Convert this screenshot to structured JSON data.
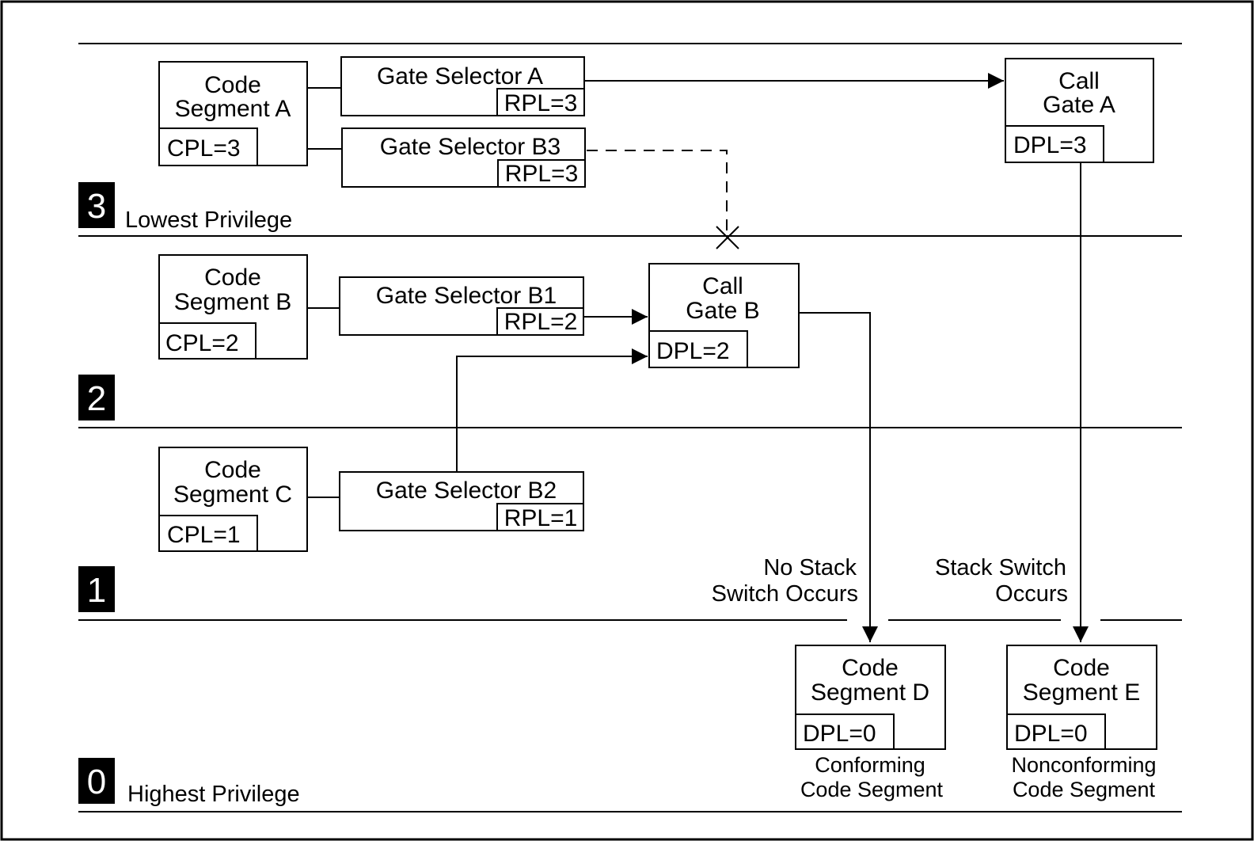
{
  "rings": [
    {
      "number": "3",
      "caption": "Lowest Privilege"
    },
    {
      "number": "2",
      "caption": ""
    },
    {
      "number": "1",
      "caption": ""
    },
    {
      "number": "0",
      "caption": "Highest Privilege"
    }
  ],
  "code_segment_a": {
    "title_line1": "Code",
    "title_line2": "Segment A",
    "level": "CPL=3"
  },
  "code_segment_b": {
    "title_line1": "Code",
    "title_line2": "Segment B",
    "level": "CPL=2"
  },
  "code_segment_c": {
    "title_line1": "Code",
    "title_line2": "Segment C",
    "level": "CPL=1"
  },
  "code_segment_d": {
    "title_line1": "Code",
    "title_line2": "Segment D",
    "level": "DPL=0",
    "caption_line1": "Conforming",
    "caption_line2": "Code Segment"
  },
  "code_segment_e": {
    "title_line1": "Code",
    "title_line2": "Segment E",
    "level": "DPL=0",
    "caption_line1": "Nonconforming",
    "caption_line2": "Code Segment"
  },
  "gate_selector_a": {
    "title": "Gate Selector A",
    "rpl": "RPL=3"
  },
  "gate_selector_b3": {
    "title": "Gate Selector B3",
    "rpl": "RPL=3"
  },
  "gate_selector_b1": {
    "title": "Gate Selector B1",
    "rpl": "RPL=2"
  },
  "gate_selector_b2": {
    "title": "Gate Selector B2",
    "rpl": "RPL=1"
  },
  "call_gate_a": {
    "title_line1": "Call",
    "title_line2": "Gate A",
    "level": "DPL=3"
  },
  "call_gate_b": {
    "title_line1": "Call",
    "title_line2": "Gate B",
    "level": "DPL=2"
  },
  "notes": {
    "no_stack_line1": "No Stack",
    "no_stack_line2": "Switch Occurs",
    "stack_line1": "Stack Switch",
    "stack_line2": "Occurs"
  }
}
